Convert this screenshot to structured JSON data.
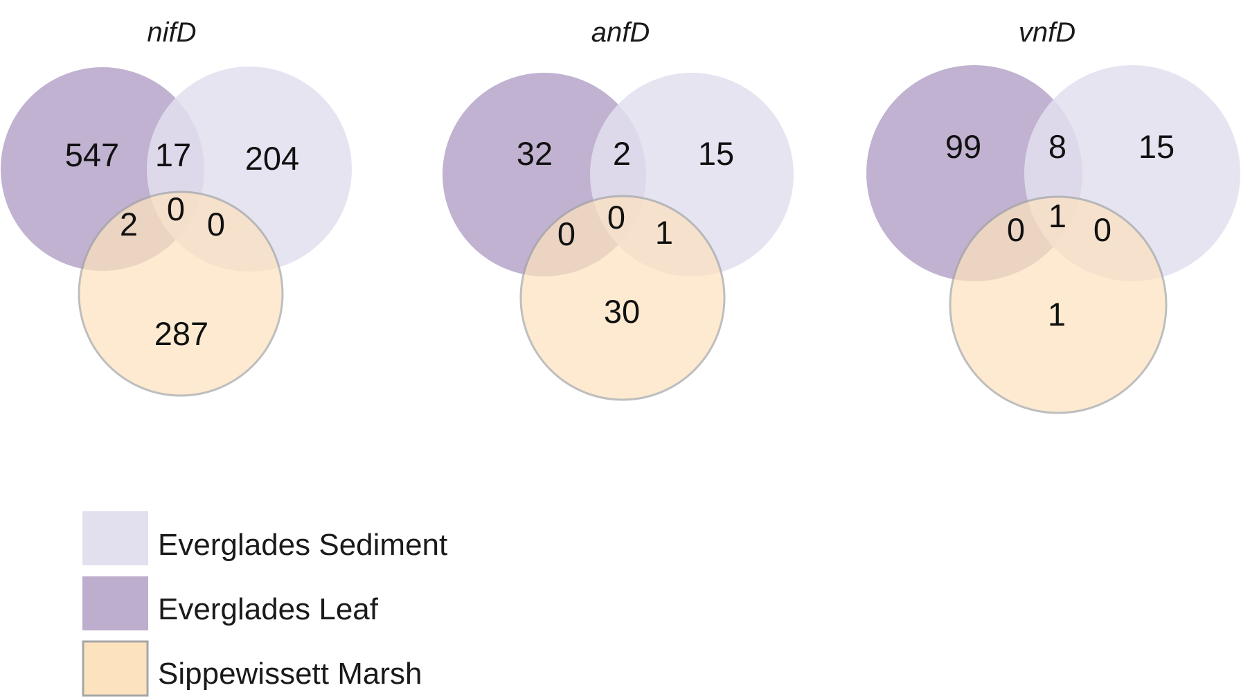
{
  "colors": {
    "everglades_leaf": "#bdaecd",
    "everglades_sediment": "#e2dfee",
    "sippewissett_marsh": "#fde2be",
    "marsh_outline": "#a6a6a6"
  },
  "diagrams": [
    {
      "title": "nifD",
      "leaf_only": "547",
      "sediment_only": "204",
      "marsh_only": "287",
      "leaf_sediment": "17",
      "leaf_marsh": "2",
      "sediment_marsh": "0",
      "all_three": "0"
    },
    {
      "title": "anfD",
      "leaf_only": "32",
      "sediment_only": "15",
      "marsh_only": "30",
      "leaf_sediment": "2",
      "leaf_marsh": "0",
      "sediment_marsh": "1",
      "all_three": "0"
    },
    {
      "title": "vnfD",
      "leaf_only": "99",
      "sediment_only": "15",
      "marsh_only": "1",
      "leaf_sediment": "8",
      "leaf_marsh": "0",
      "sediment_marsh": "0",
      "all_three": "1"
    }
  ],
  "legend": {
    "sediment": "Everglades Sediment",
    "leaf": "Everglades Leaf",
    "marsh": "Sippewissett Marsh"
  }
}
